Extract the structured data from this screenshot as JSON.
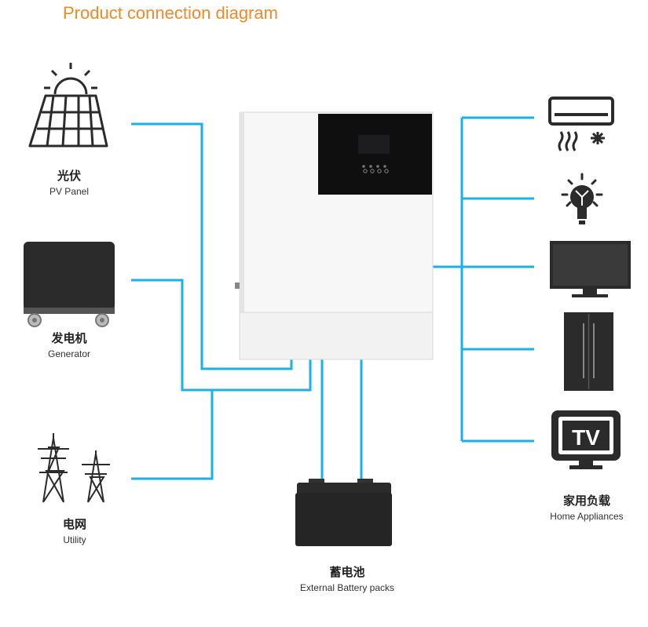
{
  "title": "Product connection diagram",
  "colors": {
    "title": "#ee8a2c",
    "wire": "#1ab0e8",
    "device_dark": "#2b2b2b"
  },
  "nodes": {
    "pv": {
      "zh": "光伏",
      "en": "PV Panel",
      "icon": "solar-panel-icon"
    },
    "generator": {
      "zh": "发电机",
      "en": "Generator",
      "icon": "generator-icon"
    },
    "utility": {
      "zh": "电网",
      "en": "Utility",
      "icon": "power-tower-icon"
    },
    "battery": {
      "zh": "蓄电池",
      "en": "External Battery packs",
      "icon": "battery-icon"
    },
    "appliances": {
      "zh": "家用负载",
      "en": "Home Appliances",
      "items": [
        "air-conditioner-icon",
        "light-bulb-icon",
        "monitor-icon",
        "refrigerator-icon",
        "tv-icon"
      ],
      "tv_text": "TV"
    },
    "inverter": {
      "icon": "inverter-icon"
    }
  }
}
